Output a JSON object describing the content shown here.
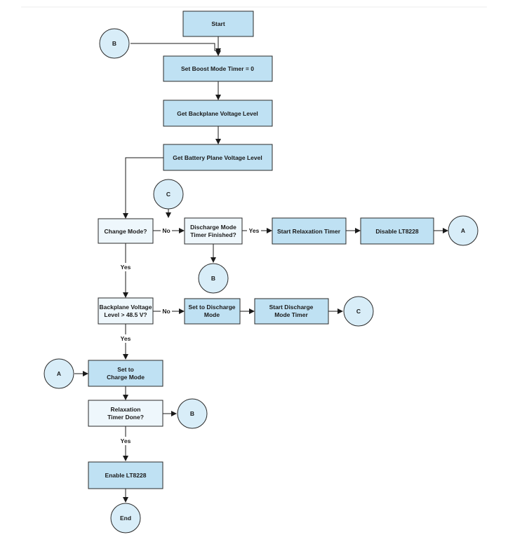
{
  "nodes": {
    "start": {
      "label": [
        "Start"
      ],
      "kind": "process"
    },
    "set_timer": {
      "label": [
        "Set Boost Mode Timer = 0"
      ],
      "kind": "process"
    },
    "get_backplane": {
      "label": [
        "Get Backplane Voltage Level"
      ],
      "kind": "process"
    },
    "get_battery": {
      "label": [
        "Get Battery Plane Voltage Level"
      ],
      "kind": "process"
    },
    "change_mode": {
      "label": [
        "Change Mode?"
      ],
      "kind": "decision"
    },
    "discharge_finished": {
      "label": [
        "Discharge Mode",
        "Timer Finished?"
      ],
      "kind": "decision"
    },
    "start_relaxation": {
      "label": [
        "Start Relaxation Timer"
      ],
      "kind": "process"
    },
    "disable_lt": {
      "label": [
        "Disable LT8228"
      ],
      "kind": "process"
    },
    "backplane_check": {
      "label": [
        "Backplane Voltage",
        "Level > 48.5 V?"
      ],
      "kind": "decision"
    },
    "set_discharge": {
      "label": [
        "Set to Discharge",
        "Mode"
      ],
      "kind": "process"
    },
    "start_discharge_timer": {
      "label": [
        "Start Discharge",
        "Mode Timer"
      ],
      "kind": "process"
    },
    "set_charge": {
      "label": [
        "Set to",
        "Charge Mode"
      ],
      "kind": "process"
    },
    "relaxation_done": {
      "label": [
        "Relaxation",
        "Timer Done?"
      ],
      "kind": "decision"
    },
    "enable_lt": {
      "label": [
        "Enable LT8228"
      ],
      "kind": "process"
    },
    "end": {
      "label": [
        "End"
      ],
      "kind": "terminal"
    }
  },
  "connectors": {
    "b_top": "B",
    "c_top": "C",
    "a_right": "A",
    "b_mid": "B",
    "c_right": "C",
    "a_left": "A",
    "b_bottom": "B"
  },
  "edge_labels": {
    "no1": "No",
    "yes1": "Yes",
    "yes2": "Yes",
    "no2": "No",
    "yes3": "Yes",
    "yes4": "Yes"
  },
  "colors": {
    "process_fill": "#bfe1f3",
    "decision_fill": "#eef7fc",
    "connector_fill": "#d8edf8",
    "line": "#1a1a1a"
  }
}
